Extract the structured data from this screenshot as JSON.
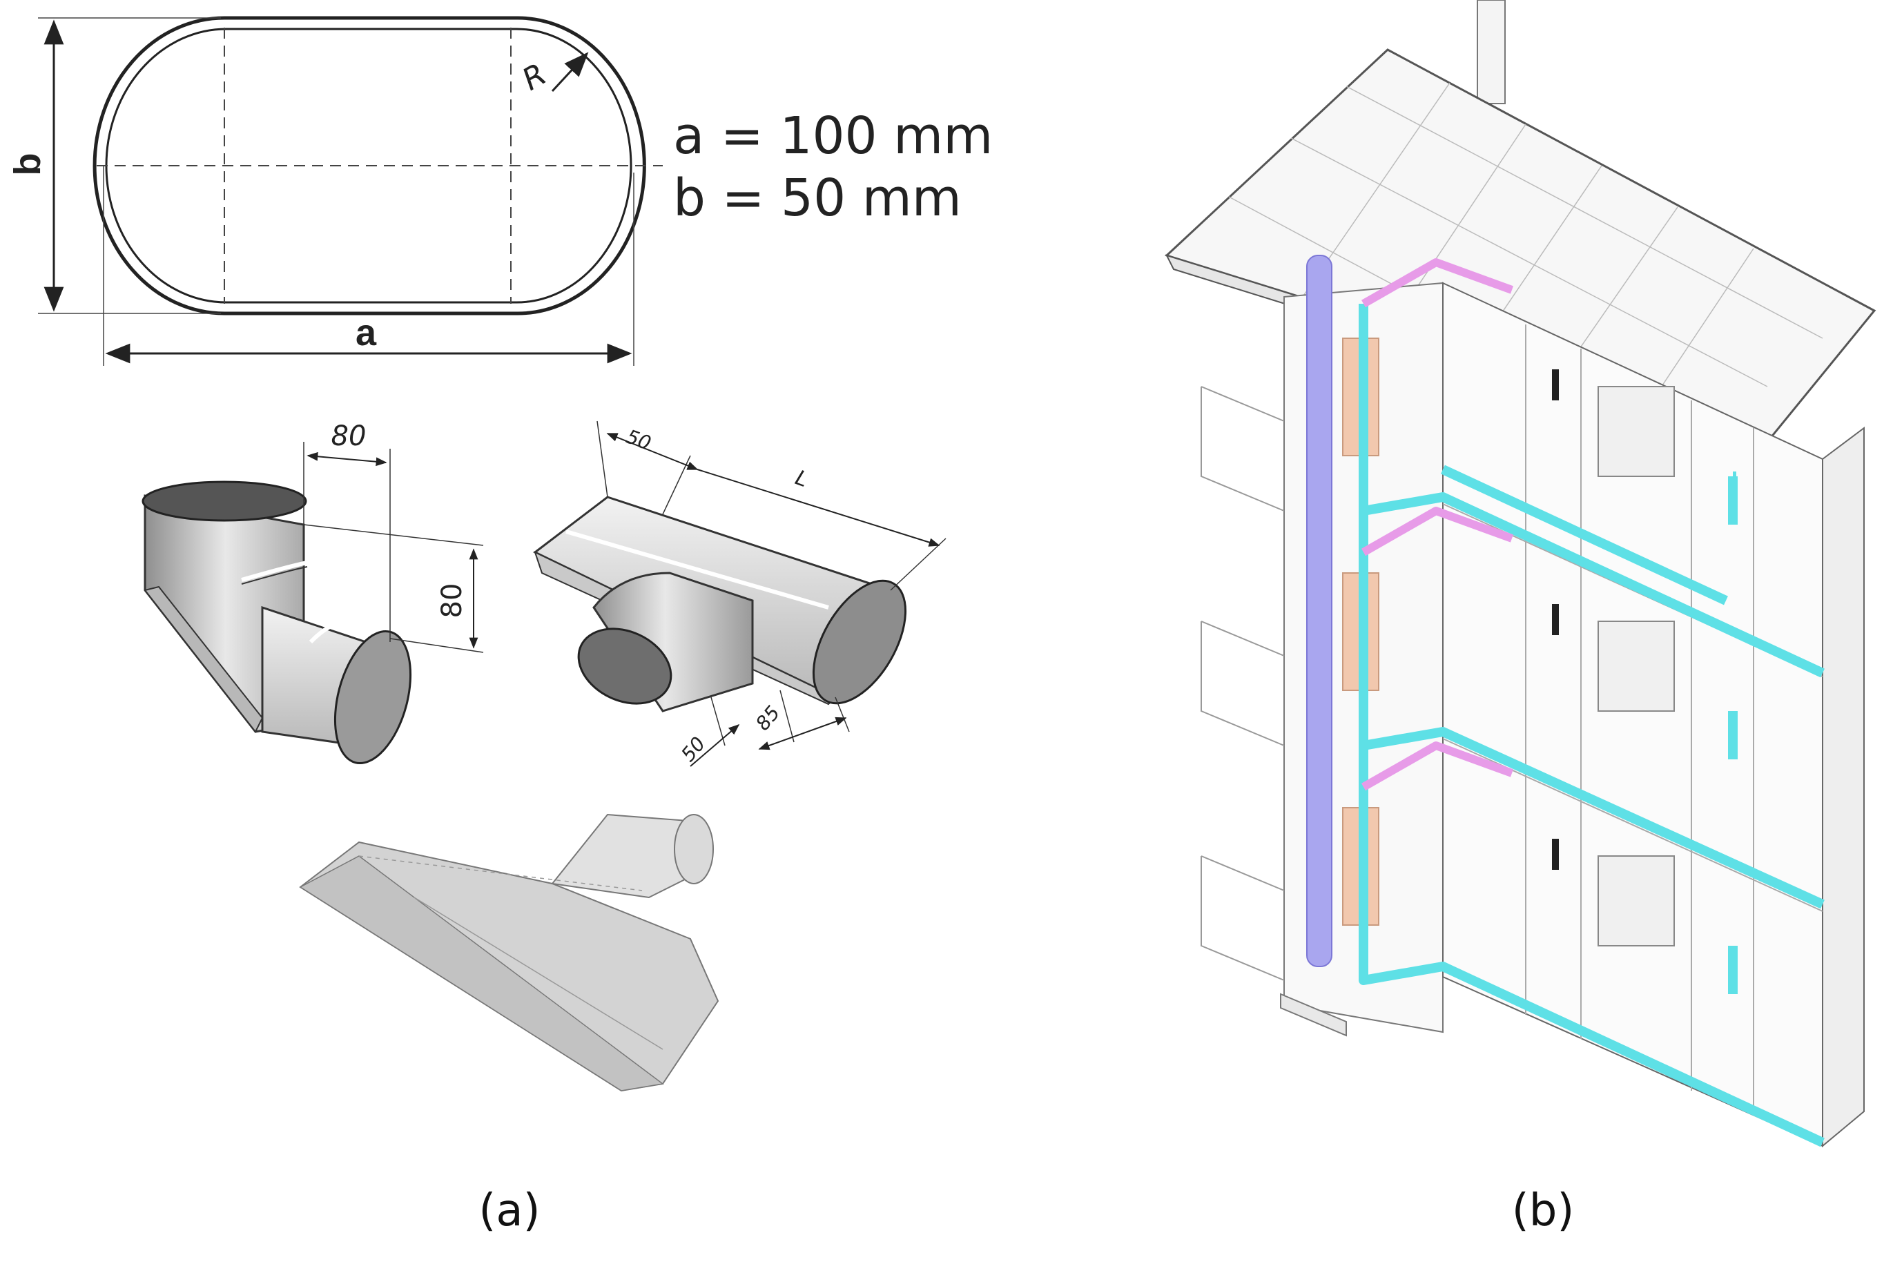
{
  "panel_a": {
    "caption": "(a)",
    "oval": {
      "label_a": "a",
      "label_b": "b",
      "label_r": "R",
      "eq_a": "a = 100 mm",
      "eq_b": "b = 50 mm"
    },
    "elbow": {
      "dim_top": "80",
      "dim_side": "80"
    },
    "tee": {
      "dim_50_top": "50",
      "dim_L": "L",
      "dim_50_bottom": "50",
      "dim_85": "85"
    }
  },
  "panel_b": {
    "caption": "(b)",
    "colors": {
      "supply_duct": "#5ee0e6",
      "extract_duct": "#e79be8",
      "riser": "#a9a6ef",
      "unit": "#f2c8ae"
    }
  }
}
